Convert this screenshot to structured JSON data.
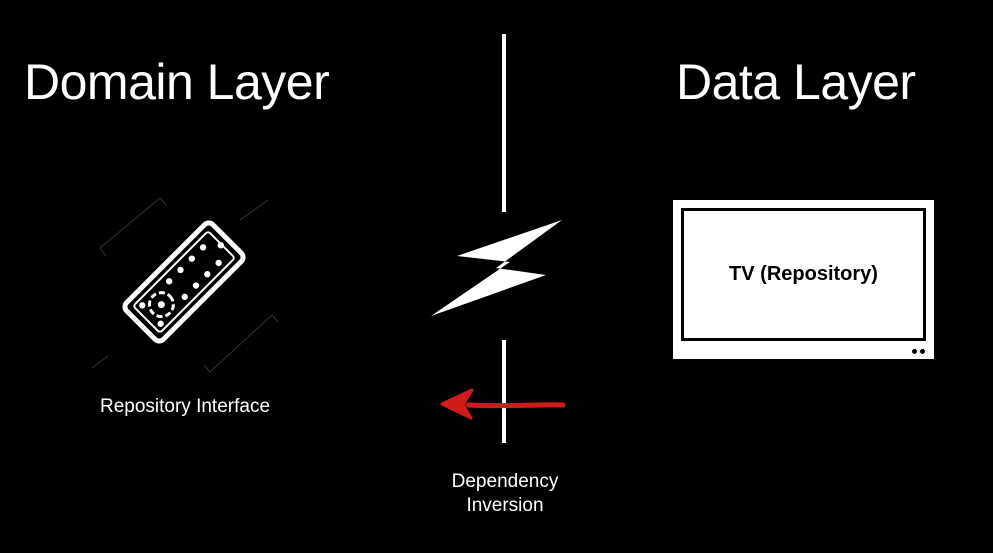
{
  "domain_layer": {
    "title": "Domain Layer",
    "remote_caption": "Repository Interface"
  },
  "data_layer": {
    "title": "Data Layer",
    "tv_label": "TV (Repository)"
  },
  "connection": {
    "caption": "Dependency\nInversion",
    "arrow_color": "#d11a1a",
    "bolt_icon": "lightning-bolt-icon",
    "arrow_icon": "arrow-left-icon"
  },
  "icons": {
    "remote": "remote-control-icon",
    "tv": "tv-icon"
  },
  "colors": {
    "background": "#000000",
    "foreground": "#ffffff",
    "arrow": "#d11a1a"
  }
}
